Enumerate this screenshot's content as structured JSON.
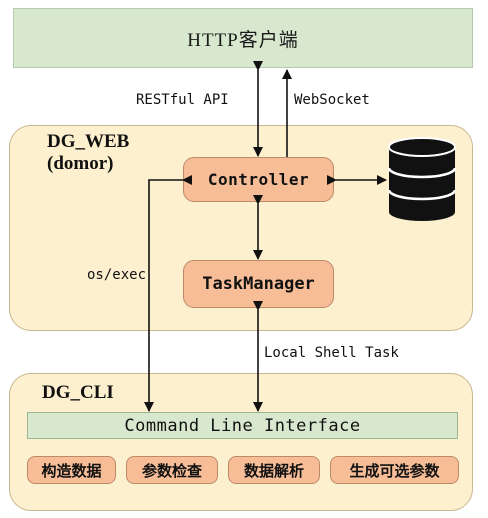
{
  "http_client": {
    "label": "HTTP客户端"
  },
  "dg_web": {
    "title": "DG_WEB\n(domor)"
  },
  "dg_cli": {
    "title": "DG_CLI"
  },
  "components": {
    "controller": "Controller",
    "taskmanager": "TaskManager",
    "cli_interface": "Command Line Interface"
  },
  "cli_functions": [
    "构造数据",
    "参数检查",
    "数据解析",
    "生成可选参数"
  ],
  "connection_labels": {
    "restful": "RESTful API",
    "websocket": "WebSocket",
    "os_exec": "os/exec",
    "local_shell": "Local Shell Task"
  },
  "database": {
    "icon": "database-icon"
  },
  "colors": {
    "http_fill": "#d8e8cf",
    "panel_fill": "#fdf0cf",
    "component_fill": "#f6bd97",
    "database_fill": "#111111"
  }
}
